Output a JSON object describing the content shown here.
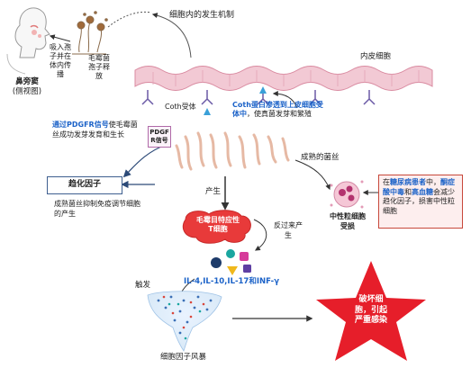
{
  "top_title": "细胞内的发生机制",
  "sinus_label_line1": "鼻旁窦",
  "sinus_label_line2": "(侧视图)",
  "inhale_text": "吸入孢子并在体内传播",
  "spore_release_text": "毛霉菌孢子释放",
  "endothelial_label": "内皮细胞",
  "coth_receptor_label": "Coth受体",
  "coth_text_blue": "Coth蛋白渗透到上皮细胞受体中",
  "coth_text_rest": "，使真菌发芽和繁殖",
  "pdgfr_text_blue": "通过PDGFR信号",
  "pdgfr_text_rest": "使毛霉菌丝成功发芽发育和生长",
  "pdgfr_box_label": "PDGF R信号",
  "mature_hyphae_label": "成熟的菌丝",
  "chemokine_label": "趋化因子",
  "hyphae_inhibit_text": "成熟菌丝抑制免疫调节细胞的产生",
  "produce_label": "产生",
  "th17_label": "毛霉目特应性T细胞",
  "feedback_label": "反过来产生",
  "neutrophil_label": "中性粒细胞受损",
  "diabetes_text_parts": [
    "在",
    "糖尿病患者",
    "中，",
    "酮症酸中毒",
    "和",
    "高血糖",
    "会减少趋化因子，损害中性粒细胞"
  ],
  "cytokines_label": "IL-4,IL-10,IL-17和INF-γ",
  "trigger_label": "触发",
  "storm_label": "细胞因子风暴",
  "result_label": "破坏细胞，引起严重感染",
  "colors": {
    "blue_text": "#1b62c8",
    "membrane": "#f2c9d4",
    "pdgfr_border": "#b06aa8",
    "chemokine_border": "#3e5f8f",
    "th17_fill": "#e83a3a",
    "result_fill": "#e61e2a",
    "diabetes_border": "#c7473a",
    "diabetes_fill": "#fdeeee"
  }
}
